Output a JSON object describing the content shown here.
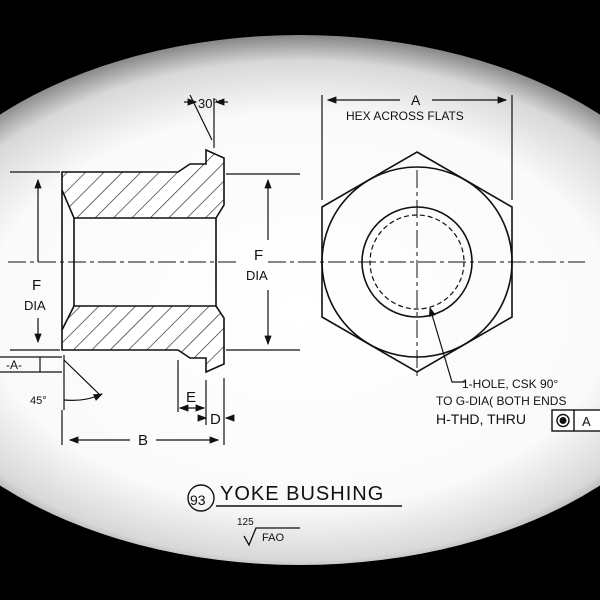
{
  "drawing": {
    "part_number": "93",
    "part_name": "YOKE BUSHING",
    "finish_value": "125",
    "finish_text": "FAO"
  },
  "dimensions": {
    "chamfer_angle": "30°",
    "hex_letter": "A",
    "hex_label": "HEX ACROSS FLATS",
    "f_letter": "F",
    "dia_word": "DIA",
    "datum_label": "-A-",
    "countersink_angle": "45°",
    "len_b": "B",
    "len_e": "E",
    "len_d": "D"
  },
  "note": {
    "line1": "1-HOLE, CSK 90°",
    "line2": "TO G-DIA( BOTH ENDS",
    "line3": "H-THD, THRU",
    "frame_datum": "A"
  }
}
